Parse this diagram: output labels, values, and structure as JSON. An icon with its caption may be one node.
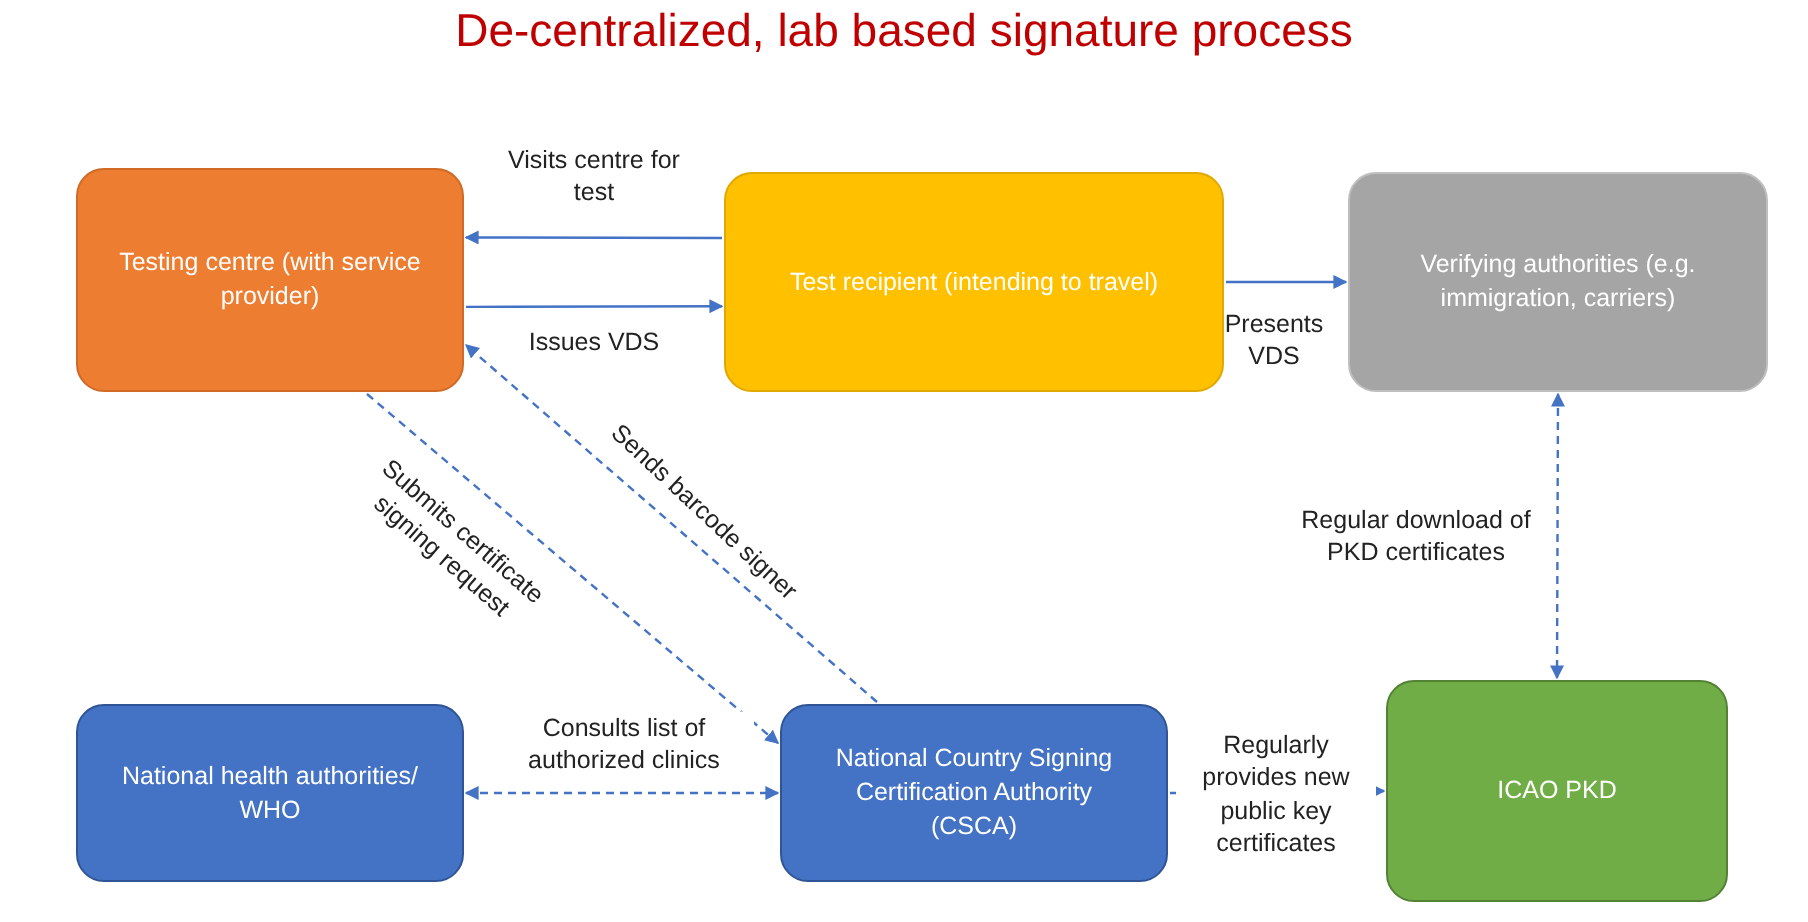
{
  "diagram": {
    "title": "De-centralized, lab based signature process",
    "nodes": [
      {
        "text": [
          "Testing centre (with service provider)"
        ]
      },
      {
        "text": [
          "Test recipient (intending to travel)"
        ]
      },
      {
        "text": [
          "Verifying authorities (e.g. immigration, carriers)"
        ]
      },
      {
        "text": [
          "National health authorities/ WHO"
        ]
      },
      {
        "text": [
          "National Country Signing Certification Authority (CSCA)"
        ]
      },
      {
        "text": [
          "ICAO PKD"
        ]
      }
    ],
    "edges": [
      {
        "from": 1,
        "to": 0,
        "arrow": "to",
        "label": "Visits centre for test"
      },
      {
        "from": 0,
        "to": 1,
        "arrow": "to",
        "label": "Issues VDS"
      },
      {
        "from": 1,
        "to": 2,
        "arrow": "to",
        "label": "Presents VDS"
      },
      {
        "from": 0,
        "to": 4,
        "arrow": "to",
        "label": "Submits certificate signing request",
        "style": "dashed"
      },
      {
        "from": 4,
        "to": 0,
        "arrow": "to",
        "label": "Sends barcode signer",
        "style": "dashed"
      },
      {
        "from": 3,
        "to": 4,
        "arrow": "both",
        "label": "Consults list of authorized clinics",
        "style": "dashed"
      },
      {
        "from": 4,
        "to": 5,
        "arrow": "to",
        "label": "Regularly provides new public key certificates",
        "style": "dashed"
      },
      {
        "from": 2,
        "to": 5,
        "arrow": "both",
        "label": "Regular download of PKD certificates",
        "style": "dashed"
      }
    ]
  }
}
